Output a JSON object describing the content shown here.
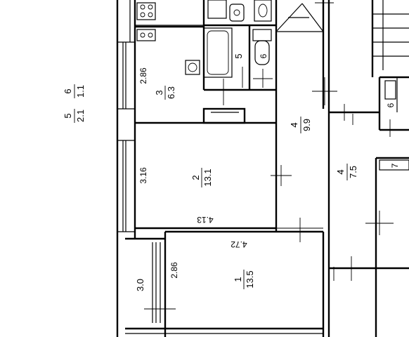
{
  "rooms": [
    {
      "id": "room-1",
      "number": "1",
      "area": "13.5"
    },
    {
      "id": "room-2",
      "number": "2",
      "area": "13.1"
    },
    {
      "id": "bath",
      "number": "5",
      "area": ""
    },
    {
      "id": "wc-1",
      "number": "6",
      "area": ""
    },
    {
      "id": "room-3",
      "number": "3",
      "area": "6.3"
    },
    {
      "id": "hall",
      "number": "4",
      "area": "9.9"
    },
    {
      "id": "hall-right",
      "number": "4",
      "area": "7.5"
    },
    {
      "id": "wc-right",
      "number": "6",
      "area": ""
    },
    {
      "id": "closet-right",
      "number": "7",
      "area": ""
    },
    {
      "id": "exterior-left",
      "number": "5",
      "area": "2.1"
    },
    {
      "id": "exterior-left-b",
      "number": "6",
      "area": "1.1"
    }
  ],
  "dimensions": {
    "kitchen_width": "2.86",
    "room2_width": "3.16",
    "room2_length": "4.13",
    "room1_length": "4.72",
    "room1_width": "2.86",
    "loggia_width": "3.0"
  }
}
